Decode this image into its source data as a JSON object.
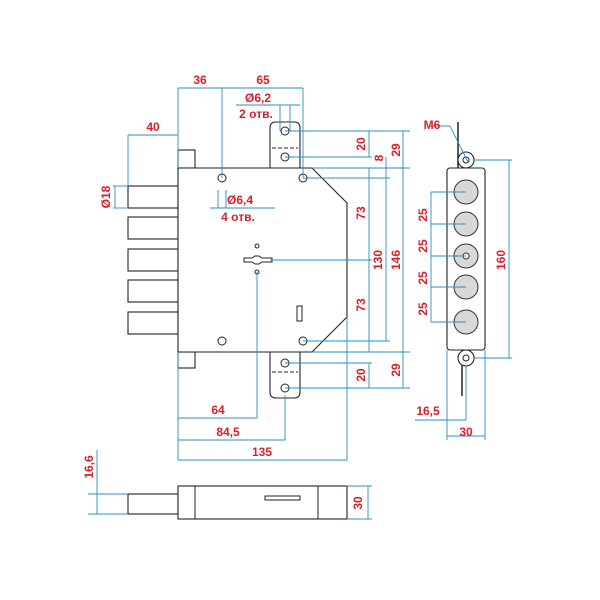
{
  "dimensions": {
    "d36": "36",
    "d65": "65",
    "hole_top": "Ø6,2",
    "hole_top_count": "2 отв.",
    "d40": "40",
    "bolt_dia": "Ø18",
    "hole_body": "Ø6,4",
    "hole_body_count": "4 отв.",
    "d20_top": "20",
    "d8": "8",
    "d29_top": "29",
    "d73_top": "73",
    "d130": "130",
    "d146": "146",
    "d73_bottom": "73",
    "d20_bottom": "20",
    "d29_bottom": "29",
    "d64": "64",
    "d84_5": "84,5",
    "d135": "135",
    "m6": "M6",
    "p25_1": "25",
    "p25_2": "25",
    "p25_3": "25",
    "p25_4": "25",
    "d160": "160",
    "d16_5": "16,5",
    "d30_side": "30",
    "d16_6": "16,6",
    "d30_bottom": "30"
  },
  "colors": {
    "dimension_line": "#2a8fc1",
    "dimension_text": "#d9202a"
  }
}
